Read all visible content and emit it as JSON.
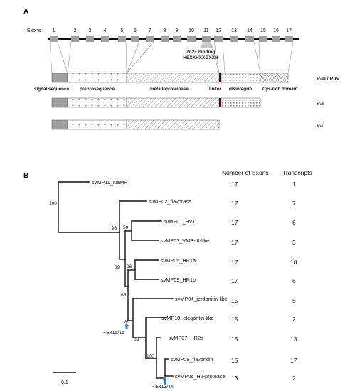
{
  "panel_a": {
    "label": "A",
    "exons_label": "Exons",
    "exon_numbers": [
      "1",
      "2",
      "3",
      "4",
      "5",
      "6",
      "7",
      "8",
      "9",
      "10",
      "11",
      "12",
      "13",
      "14",
      "15",
      "16",
      "17"
    ],
    "zn_binding": {
      "title": "Zn2+ binding",
      "motif": "HEXXHXXGXXH"
    },
    "domains": [
      "signal sequence",
      "preprosequence",
      "metalloproteinase",
      "linker",
      "disintegrin",
      "Cys-rich domain"
    ],
    "classes": [
      "P-III / P-IV",
      "P-II",
      "P-I"
    ]
  },
  "panel_b": {
    "label": "B",
    "headers": {
      "exons": "Number of Exons",
      "transcripts": "Transcripts"
    },
    "rows": [
      {
        "name": "svMP11_NaMP",
        "exons": "17",
        "transcripts": "1"
      },
      {
        "name": "svMP02_flavorase",
        "exons": "17",
        "transcripts": "7"
      },
      {
        "name": "svMP01_HV1",
        "exons": "17",
        "transcripts": "6"
      },
      {
        "name": "svMP03_VMP-III-like",
        "exons": "17",
        "transcripts": "3"
      },
      {
        "name": "svMP05_HR1a",
        "exons": "17",
        "transcripts": "18"
      },
      {
        "name": "svMP09_HR1b",
        "exons": "17",
        "transcripts": "6"
      },
      {
        "name": "svMP04_jerdonitin-like",
        "exons": "15",
        "transcripts": "5"
      },
      {
        "name": "svMP10_elegantin-like",
        "exons": "15",
        "transcripts": "2"
      },
      {
        "name": "svMP07_HR2a",
        "exons": "15",
        "transcripts": "13"
      },
      {
        "name": "svMP08_flavoridin",
        "exons": "15",
        "transcripts": "17"
      },
      {
        "name": "svMP06_H2-protease",
        "exons": "13",
        "transcripts": "2"
      }
    ],
    "bootstrap": [
      "100",
      "98",
      "50",
      "39",
      "96",
      "65",
      "89",
      "99",
      "100"
    ],
    "events": [
      "- Ex15/16",
      "- Ex13/14"
    ],
    "scale_bar": "0.1",
    "colors": {
      "event_arrow": "#2f7fd6"
    }
  }
}
